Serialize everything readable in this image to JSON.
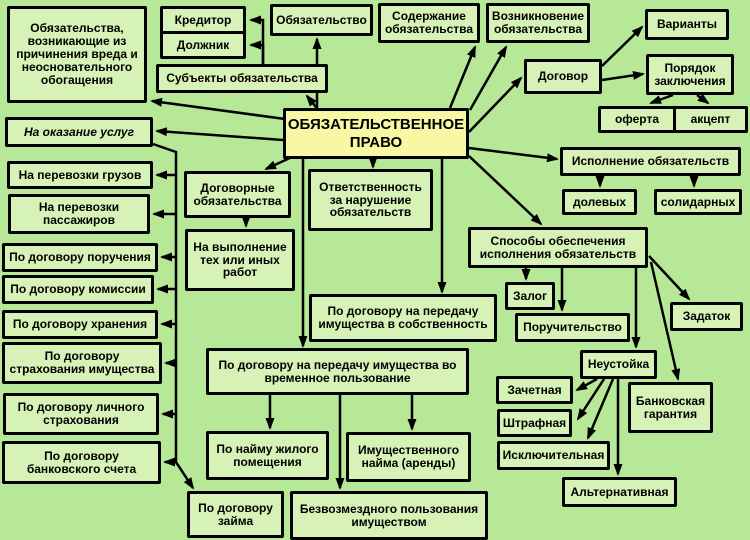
{
  "diagram_title": "ОБЯЗАТЕЛЬСТВЕННОЕ ПРАВО",
  "colors": {
    "background": "#b6e897",
    "box_fill": "#d6f2b6",
    "highlight_fill": "#f7f7a4",
    "line": "#000000"
  },
  "nodes": {
    "central": {
      "label": "ОБЯЗАТЕЛЬСТВЕННОЕ ПРАВО"
    },
    "tort": {
      "label": "Обязательства, возникающие из причинения вреда и неосновательного обогащения"
    },
    "creditor": {
      "label": "Кредитор"
    },
    "debtor": {
      "label": "Должник"
    },
    "subjects": {
      "label": "Субъекты обязательства"
    },
    "obligation": {
      "label": "Обязательство"
    },
    "content": {
      "label": "Содержание обязательства"
    },
    "emergence": {
      "label": "Возникновение обязательства"
    },
    "variants": {
      "label": "Варианты"
    },
    "contract": {
      "label": "Договор"
    },
    "order": {
      "label": "Порядок заключения"
    },
    "offer": {
      "label": "оферта"
    },
    "accept": {
      "label": "акцепт"
    },
    "execution": {
      "label": "Исполнение обязательств"
    },
    "shared": {
      "label": "долевых"
    },
    "solidary": {
      "label": "солидарных"
    },
    "services": {
      "label": "На оказание услуг"
    },
    "cargo": {
      "label": "На перевозки грузов"
    },
    "passengers": {
      "label": "На перевозки пассажиров"
    },
    "assignment": {
      "label": "По договору поручения"
    },
    "commission": {
      "label": "По договору комиссии"
    },
    "storage": {
      "label": "По договору хранения"
    },
    "property_insurance": {
      "label": "По договору страхования имущества"
    },
    "personal_insurance": {
      "label": "По договору личного страхования"
    },
    "bank_account": {
      "label": "По договору банковского счета"
    },
    "contractual": {
      "label": "Договорные обязательства"
    },
    "works": {
      "label": "На выполнение тех или иных работ"
    },
    "responsibility": {
      "label": "Ответственность за нарушение обязательств"
    },
    "ways": {
      "label": "Способы обеспечения исполнения обязательств"
    },
    "pledge": {
      "label": "Залог"
    },
    "surety": {
      "label": "Поручительство"
    },
    "deposit": {
      "label": "Задаток"
    },
    "penalty": {
      "label": "Неустойка"
    },
    "offset": {
      "label": "Зачетная"
    },
    "fine": {
      "label": "Штрафная"
    },
    "exceptional": {
      "label": "Исключительная"
    },
    "alternative": {
      "label": "Альтернативная"
    },
    "bank_guarantee": {
      "label": "Банковская гарантия"
    },
    "property_ownership": {
      "label": "По договору на передачу имущества в собственность"
    },
    "temp_use": {
      "label": "По договору на передачу имущества во временное пользование"
    },
    "housing": {
      "label": "По найму жилого помещения"
    },
    "rental": {
      "label": "Имущественного найма (аренды)"
    },
    "loan": {
      "label": "По договору займа"
    },
    "gratuitous": {
      "label": "Безвозмездного пользования имуществом"
    }
  },
  "edges": [
    {
      "from": "central",
      "to": "obligation"
    },
    {
      "from": "central",
      "to": "content"
    },
    {
      "from": "central",
      "to": "emergence"
    },
    {
      "from": "central",
      "to": "subjects"
    },
    {
      "from": "central",
      "to": "tort"
    },
    {
      "from": "central",
      "to": "services"
    },
    {
      "from": "central",
      "to": "contractual"
    },
    {
      "from": "central",
      "to": "responsibility"
    },
    {
      "from": "central",
      "to": "contract"
    },
    {
      "from": "central",
      "to": "execution"
    },
    {
      "from": "central",
      "to": "ways"
    },
    {
      "from": "central",
      "to": "property_ownership"
    },
    {
      "from": "central",
      "to": "temp_use"
    },
    {
      "from": "subjects",
      "to": "creditor"
    },
    {
      "from": "subjects",
      "to": "debtor"
    },
    {
      "from": "contract",
      "to": "variants"
    },
    {
      "from": "contract",
      "to": "order"
    },
    {
      "from": "order",
      "to": "offer"
    },
    {
      "from": "order",
      "to": "accept"
    },
    {
      "from": "execution",
      "to": "shared"
    },
    {
      "from": "execution",
      "to": "solidary"
    },
    {
      "from": "ways",
      "to": "pledge"
    },
    {
      "from": "ways",
      "to": "surety"
    },
    {
      "from": "ways",
      "to": "penalty"
    },
    {
      "from": "ways",
      "to": "deposit"
    },
    {
      "from": "ways",
      "to": "bank_guarantee"
    },
    {
      "from": "penalty",
      "to": "offset"
    },
    {
      "from": "penalty",
      "to": "fine"
    },
    {
      "from": "penalty",
      "to": "exceptional"
    },
    {
      "from": "penalty",
      "to": "alternative"
    },
    {
      "from": "contractual",
      "to": "works"
    },
    {
      "from": "services",
      "to": "cargo"
    },
    {
      "from": "services",
      "to": "passengers"
    },
    {
      "from": "services",
      "to": "assignment"
    },
    {
      "from": "services",
      "to": "commission"
    },
    {
      "from": "services",
      "to": "storage"
    },
    {
      "from": "services",
      "to": "property_insurance"
    },
    {
      "from": "services",
      "to": "personal_insurance"
    },
    {
      "from": "services",
      "to": "bank_account"
    },
    {
      "from": "services",
      "to": "loan"
    },
    {
      "from": "temp_use",
      "to": "housing"
    },
    {
      "from": "temp_use",
      "to": "rental"
    },
    {
      "from": "temp_use",
      "to": "gratuitous"
    }
  ]
}
